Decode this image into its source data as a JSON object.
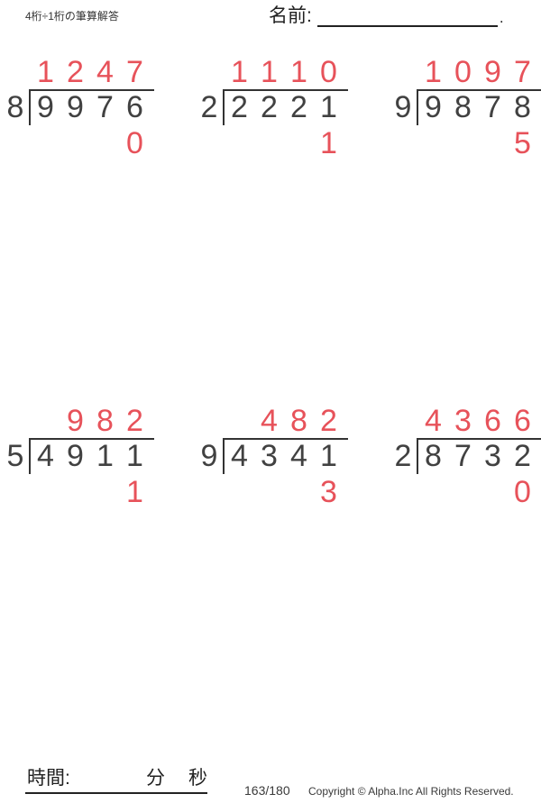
{
  "page": {
    "title": "4桁÷1桁の筆算解答",
    "name_label": "名前:",
    "name_punctuation": "."
  },
  "problems": [
    {
      "divisor": "8",
      "dividend": [
        "9",
        "9",
        "7",
        "6"
      ],
      "quotient": [
        "1",
        "2",
        "4",
        "7"
      ],
      "remainder": "0"
    },
    {
      "divisor": "2",
      "dividend": [
        "2",
        "2",
        "2",
        "1"
      ],
      "quotient": [
        "1",
        "1",
        "1",
        "0"
      ],
      "remainder": "1"
    },
    {
      "divisor": "9",
      "dividend": [
        "9",
        "8",
        "7",
        "8"
      ],
      "quotient": [
        "1",
        "0",
        "9",
        "7"
      ],
      "remainder": "5"
    },
    {
      "divisor": "5",
      "dividend": [
        "4",
        "9",
        "1",
        "1"
      ],
      "quotient": [
        "",
        "9",
        "8",
        "2"
      ],
      "remainder": "1"
    },
    {
      "divisor": "9",
      "dividend": [
        "4",
        "3",
        "4",
        "1"
      ],
      "quotient": [
        "",
        "4",
        "8",
        "2"
      ],
      "remainder": "3"
    },
    {
      "divisor": "2",
      "dividend": [
        "8",
        "7",
        "3",
        "2"
      ],
      "quotient": [
        "4",
        "3",
        "6",
        "6"
      ],
      "remainder": "0"
    }
  ],
  "footer": {
    "time_label": "時間:",
    "minute_label": "分",
    "second_label": "秒",
    "page_number": "163/180",
    "copyright": "Copyright © Alpha.Inc All Rights Reserved."
  },
  "colors": {
    "answer_red": "#e7525a",
    "ink": "#414141",
    "line": "#333333"
  }
}
